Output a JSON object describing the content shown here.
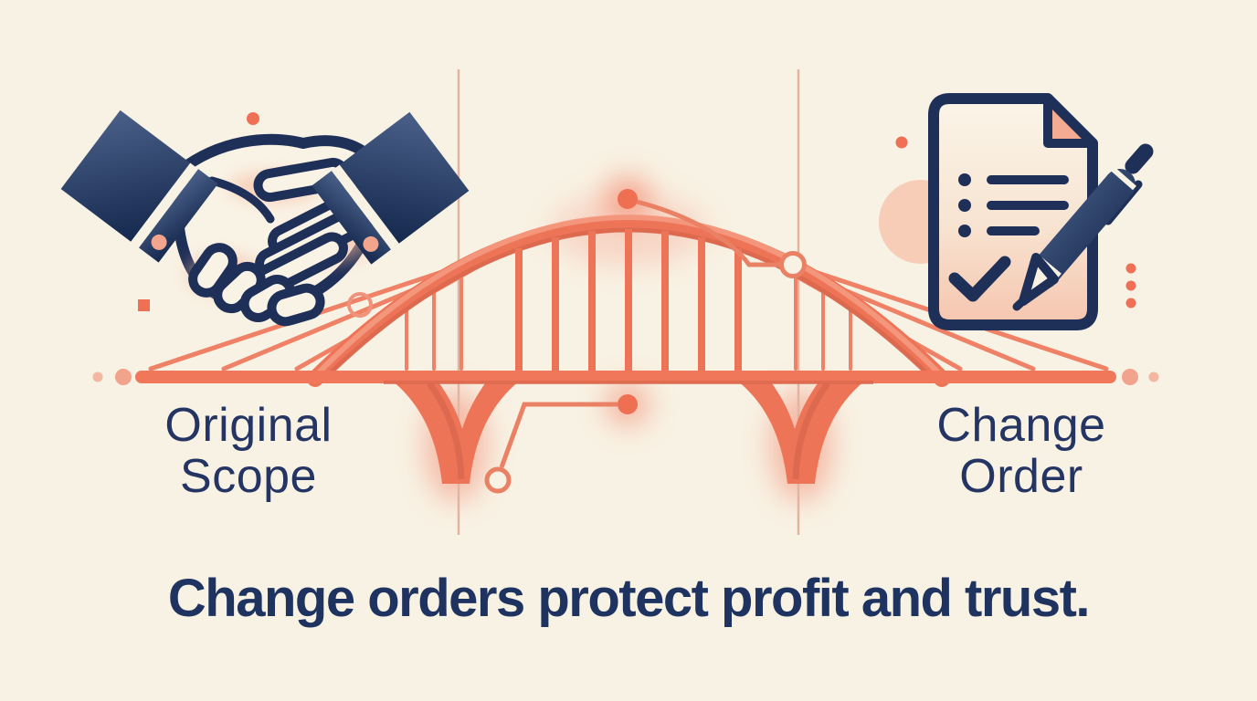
{
  "illustration": {
    "title_caption": "Change orders protect profit and trust.",
    "labels": {
      "left": {
        "line1": "Original",
        "line2": "Scope"
      },
      "right": {
        "line1": "Change",
        "line2": "Order"
      }
    },
    "icons": [
      "handshake-icon",
      "bridge-illustration",
      "contract-document-icon",
      "pen-icon",
      "circuit-node-top",
      "circuit-node-bottom"
    ],
    "palette": {
      "background": "#f8f2e4",
      "navy": "#1e2f58",
      "navy_text": "#243463",
      "salmon": "#ee7457",
      "salmon_light": "#f2a38b",
      "peach": "#f6c3ab"
    }
  }
}
